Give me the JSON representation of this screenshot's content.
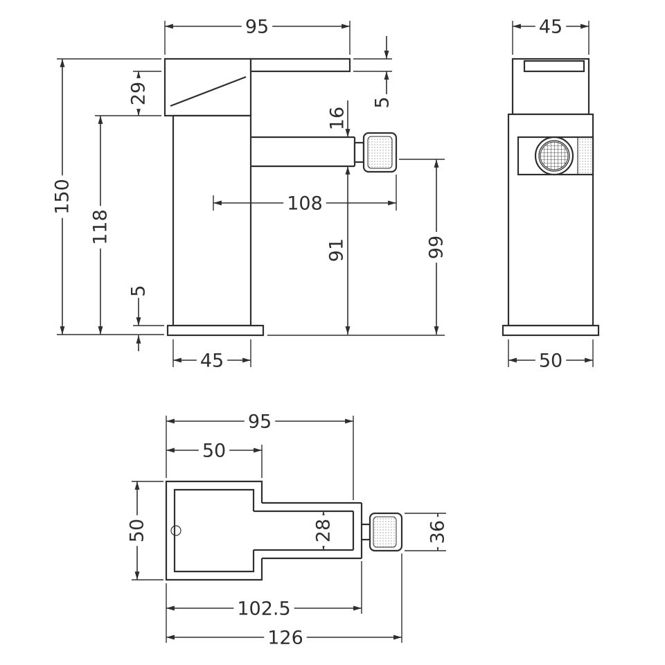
{
  "drawing": {
    "line_color": "#2e2e2e",
    "background_color": "#ffffff",
    "views": {
      "side": {
        "dims": {
          "lever_length": "95",
          "lever_thickness": "5",
          "handle_height": "29",
          "overall_height": "150",
          "body_height": "118",
          "spout_diameter": "16",
          "spout_reach": "108",
          "spout_underside_height": "91",
          "spout_centre_height": "99",
          "base_thickness": "5",
          "body_depth": "45"
        }
      },
      "front": {
        "dims": {
          "head_width": "45",
          "body_width": "50"
        }
      },
      "plan": {
        "dims": {
          "body_spout_length": "95",
          "body_width": "50",
          "body_depth": "50",
          "spout_channel_width": "28",
          "aerator_width": "36",
          "length_to_spout_tip": "102.5",
          "overall_length": "126"
        }
      }
    }
  }
}
